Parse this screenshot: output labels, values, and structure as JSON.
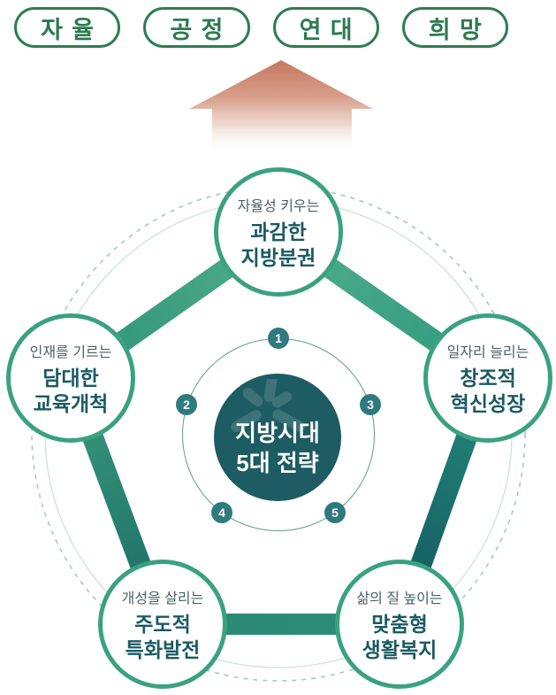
{
  "values_row": {
    "items": [
      {
        "label": "자율"
      },
      {
        "label": "공정"
      },
      {
        "label": "연대"
      },
      {
        "label": "희망"
      }
    ]
  },
  "center": {
    "title_line1": "지방시대",
    "title_line2": "5대 전략"
  },
  "strategies": [
    {
      "num": "1",
      "position": "top",
      "subtitle": "자율성 키우는",
      "title_line1": "과감한",
      "title_line2": "지방분권"
    },
    {
      "num": "2",
      "position": "left",
      "subtitle": "인재를 기르는",
      "title_line1": "담대한",
      "title_line2": "교육개척"
    },
    {
      "num": "3",
      "position": "right",
      "subtitle": "일자리 늘리는",
      "title_line1": "창조적",
      "title_line2": "혁신성장"
    },
    {
      "num": "4",
      "position": "bottom-left",
      "subtitle": "개성을 살리는",
      "title_line1": "주도적",
      "title_line2": "특화발전"
    },
    {
      "num": "5",
      "position": "bottom-right",
      "subtitle": "삶의 질 높이는",
      "title_line1": "맞춤형",
      "title_line2": "생활복지"
    }
  ],
  "colors": {
    "pill_green": "#2e7d52",
    "circle_border_green": "#3aa181",
    "dark_teal_center": "#1d5c62",
    "badge_teal": "#2e7a7e",
    "title_teal": "#1b5a62",
    "subtitle_gray": "#4a6068",
    "band_light_green": "#4fae8a",
    "band_dark_teal": "#11565e",
    "arrow_salmon": "#c5795f",
    "dashed_guide": "#9ecfb9",
    "solid_guide": "#c9e5d9"
  }
}
